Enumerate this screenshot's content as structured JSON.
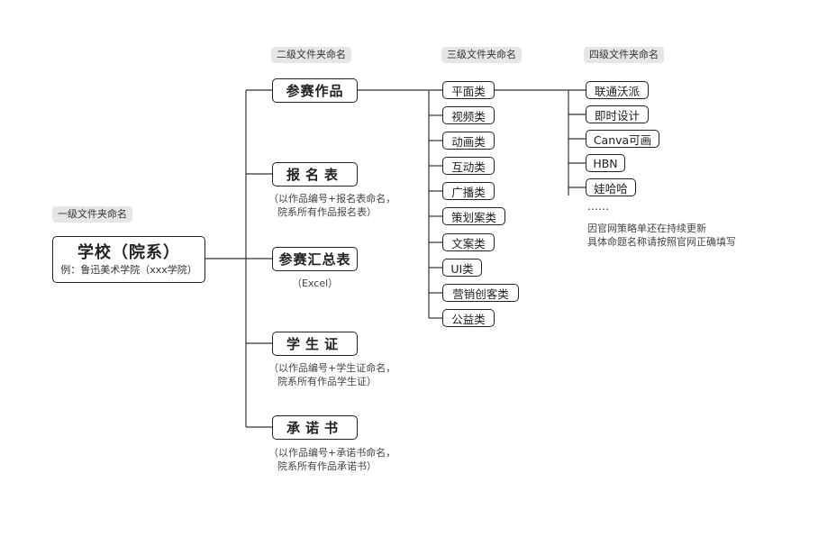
{
  "levels": {
    "level1": "一级文件夹命名",
    "level2": "二级文件夹命名",
    "level3": "三级文件夹命名",
    "level4": "四级文件夹命名"
  },
  "root": {
    "title": "学校（院系）",
    "subtitle": "例：鲁迅美术学院（xxx学院）"
  },
  "level2_items": [
    {
      "label": "参赛作品"
    },
    {
      "label": "报名表",
      "note1": "（以作品编号+报名表命名，",
      "note2": "院系所有作品报名表）"
    },
    {
      "label": "参赛汇总表",
      "note1": "（Excel）"
    },
    {
      "label": "学生证",
      "note1": "（以作品编号+学生证命名，",
      "note2": "院系所有作品学生证）"
    },
    {
      "label": "承诺书",
      "note1": "（以作品编号+承诺书命名，",
      "note2": "院系所有作品承诺书）"
    }
  ],
  "level3_items": [
    "平面类",
    "视频类",
    "动画类",
    "互动类",
    "广播类",
    "策划案类",
    "文案类",
    "UI类",
    "营销创客类",
    "公益类"
  ],
  "level4_items": [
    "联通沃派",
    "即时设计",
    "Canva可画",
    "HBN",
    "娃哈哈"
  ],
  "level4_more": "……",
  "level4_note": {
    "line1": "因官网策略单还在持续更新",
    "line2": "具体命题名称请按照官网正确填写"
  }
}
